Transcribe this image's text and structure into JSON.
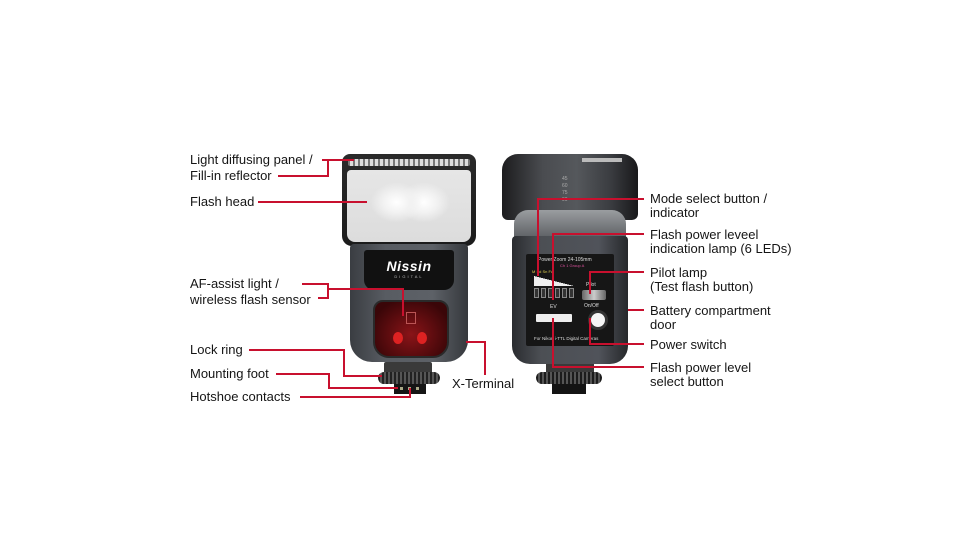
{
  "diagram": {
    "subject": "Nissin Digital speedlite - front and rear views",
    "leader_color": "#c8102e",
    "front_view": {
      "brand": "Nissin",
      "brand_sub": "DIGITAL",
      "labels": [
        {
          "id": "light-diffusing-panel",
          "lines": [
            "Light diffusing panel /",
            "Fill-in reflector"
          ]
        },
        {
          "id": "flash-head",
          "lines": [
            "Flash head"
          ]
        },
        {
          "id": "af-assist-light",
          "lines": [
            "AF-assist light /",
            "wireless flash sensor"
          ]
        },
        {
          "id": "lock-ring",
          "lines": [
            "Lock ring"
          ]
        },
        {
          "id": "mounting-foot",
          "lines": [
            "Mounting foot"
          ]
        },
        {
          "id": "hotshoe-contacts",
          "lines": [
            "Hotshoe contacts"
          ]
        },
        {
          "id": "x-terminal",
          "lines": [
            "X-Terminal"
          ]
        }
      ]
    },
    "back_view": {
      "panel_text": {
        "zoom": "Power Zoom 24-105mm",
        "group": "Ch 1 Group A",
        "modes": "M Sd Sn Ful",
        "ev": "EV",
        "pilot": "Pilot",
        "onoff": "On/Off",
        "footer": "For Nikon i-TTL Digital Cameras"
      },
      "angle_marks": [
        "45",
        "60",
        "75",
        "90"
      ],
      "labels": [
        {
          "id": "mode-select-button",
          "lines": [
            "Mode select button /",
            "indicator"
          ]
        },
        {
          "id": "flash-power-level-lamp",
          "lines": [
            "Flash power leveel",
            "indication lamp (6 LEDs)"
          ]
        },
        {
          "id": "pilot-lamp",
          "lines": [
            "Pilot lamp",
            "(Test flash button)"
          ]
        },
        {
          "id": "battery-compartment-door",
          "lines": [
            "Battery compartment",
            "door"
          ]
        },
        {
          "id": "power-switch",
          "lines": [
            "Power switch"
          ]
        },
        {
          "id": "flash-power-select-button",
          "lines": [
            "Flash power level",
            "select button"
          ]
        }
      ]
    }
  }
}
